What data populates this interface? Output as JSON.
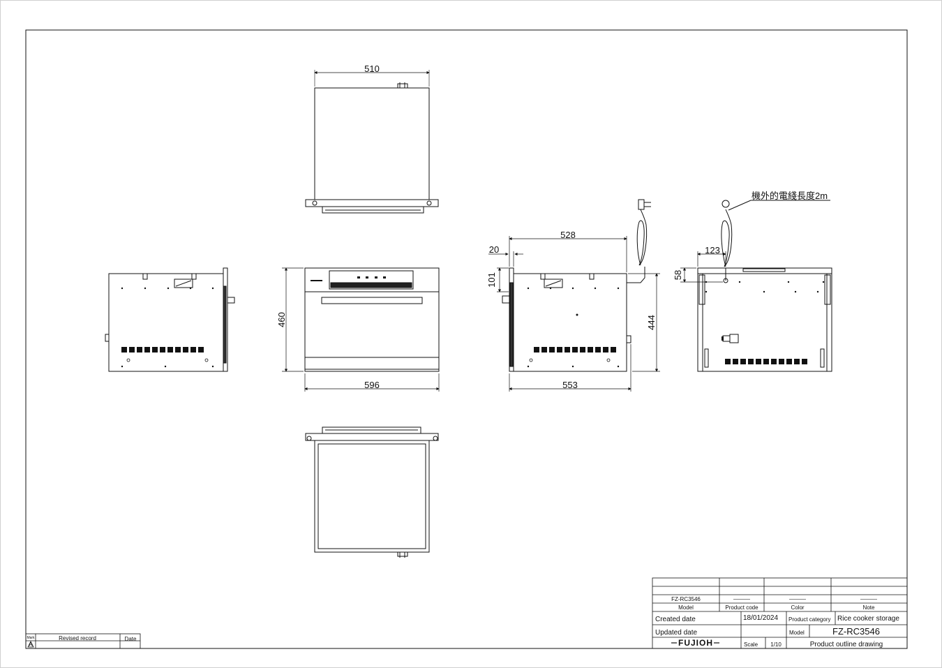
{
  "dimensions": {
    "top_width": "510",
    "front_height": "460",
    "front_width": "596",
    "side_depth_top": "528",
    "side_offset": "20",
    "side_101": "101",
    "side_height": "444",
    "side_depth_bottom": "553",
    "rear_123": "123",
    "rear_58": "58"
  },
  "cord_note": "機外的電綫長度2m",
  "title_block": {
    "model_value": "FZ-RC3546",
    "model_label": "Model",
    "product_code_label": "Product code",
    "color_label": "Color",
    "note_label": "Note",
    "dash": "———",
    "created_label": "Created date",
    "created_value": "18/01/2024",
    "product_category_label": "Product category",
    "product_category_value": "Rice cooker storage",
    "updated_label": "Updated date",
    "model2_label": "Model",
    "model2_value": "FZ-RC3546",
    "brand": "FUJIOH",
    "scale_label": "Scale",
    "scale_value": "1/10",
    "drawing_title": "Product outline drawing"
  },
  "revision_block": {
    "mark_label": "Mark",
    "mark_symbol": "A",
    "revised_label": "Revised record",
    "date_label": "Date"
  }
}
